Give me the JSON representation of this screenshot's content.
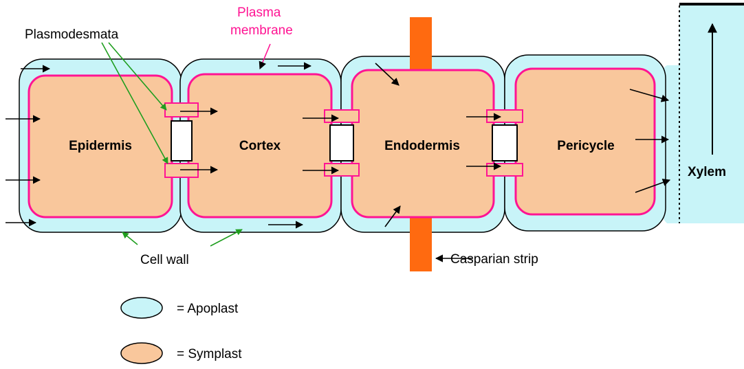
{
  "cells": [
    {
      "label": "Epidermis"
    },
    {
      "label": "Cortex"
    },
    {
      "label": "Endodermis"
    },
    {
      "label": "Pericycle"
    }
  ],
  "labels": {
    "plasmodesmata": "Plasmodesmata",
    "plasma_line1": "Plasma",
    "plasma_line2": "membrane",
    "cell_wall": "Cell wall",
    "casparian": "Casparian strip",
    "xylem": "Xylem"
  },
  "legend": [
    {
      "label": "= Apoplast",
      "color": "#c8f4f8"
    },
    {
      "label": "= Symplast",
      "color": "#f9c79c"
    }
  ],
  "colors": {
    "apoplast": "#c8f4f8",
    "symplast": "#f9c79c",
    "membrane": "#ff1493",
    "casparian": "#ff6a10",
    "plasmodesmata_pointer": "#1f9e1f"
  }
}
